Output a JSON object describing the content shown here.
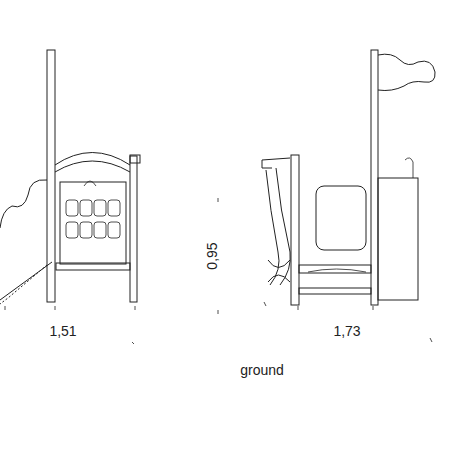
{
  "diagram": {
    "labels": [
      "1,51",
      "0,95",
      "1,73",
      "ground"
    ]
  }
}
